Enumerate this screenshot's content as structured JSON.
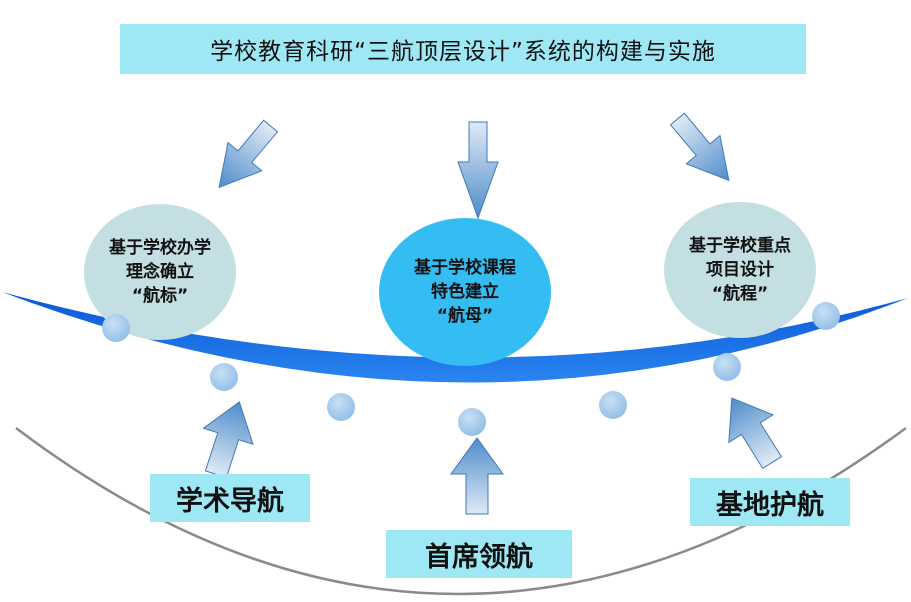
{
  "title": "学校教育科研“三航顶层设计”系统的构建与实施",
  "circles": [
    {
      "lines": [
        "基于学校办学",
        "理念确立",
        "“航标”"
      ]
    },
    {
      "lines": [
        "基于学校课程",
        "特色建立",
        "“航母”"
      ]
    },
    {
      "lines": [
        "基于学校重点",
        "项目设计",
        "“航程”"
      ]
    }
  ],
  "labels": {
    "left": "学术导航",
    "middle": "首席领航",
    "right": "基地护航"
  },
  "colors": {
    "title_bg": "#9ee8f5",
    "ship_blue": "#1a6fe0",
    "circle_light": "#c3dfe2",
    "circle_center": "#33bdf2",
    "dot": "#a9cdec",
    "arrow": "#5b95cf"
  }
}
